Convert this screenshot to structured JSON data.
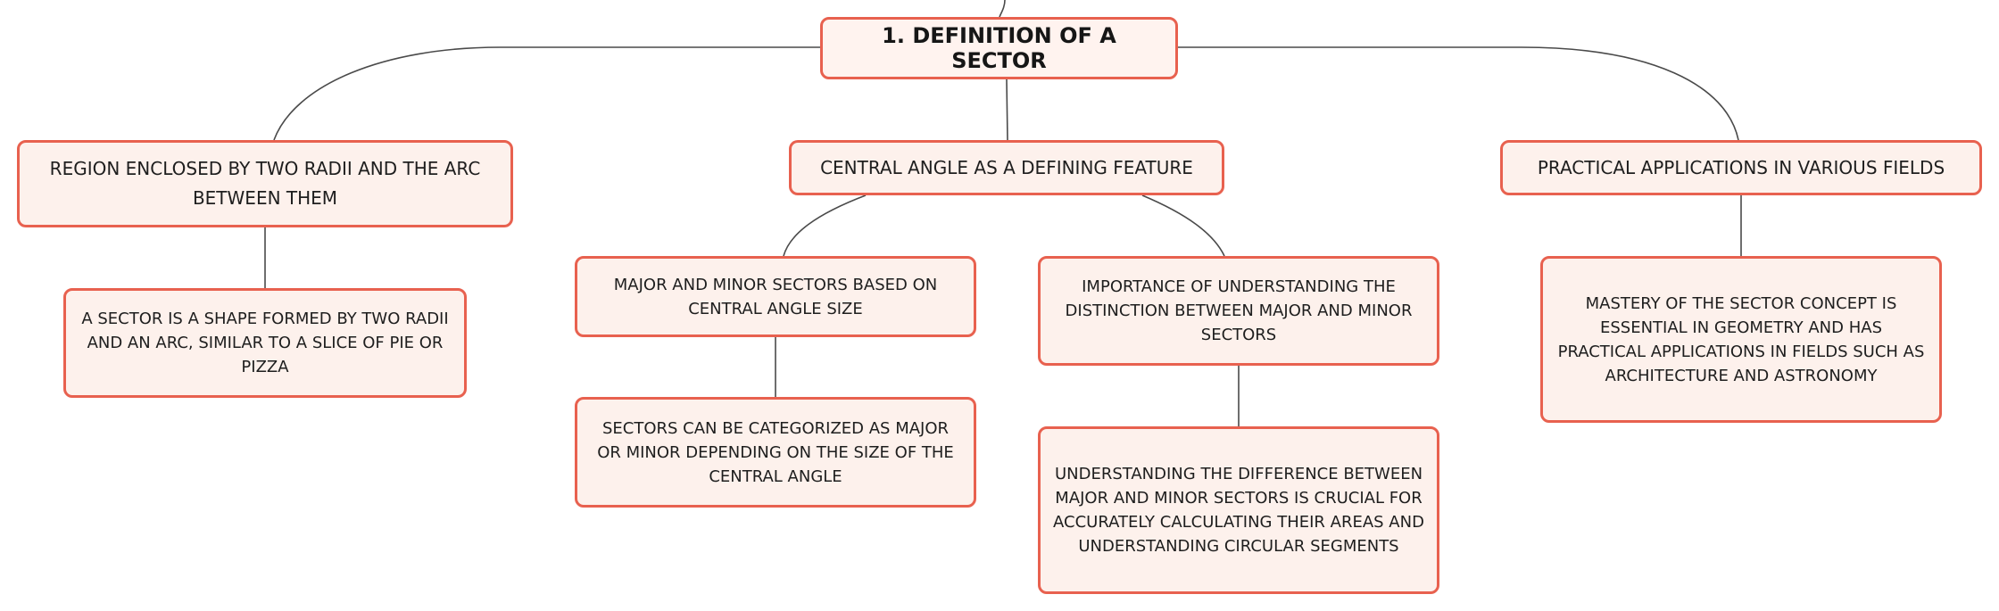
{
  "colors": {
    "node_border": "#e8614f",
    "node_fill": "#fdf1ec",
    "connector": "#4a4a4a",
    "text": "#1e1e1e"
  },
  "diagram": {
    "root": {
      "label": "1. DEFINITION OF A SECTOR"
    },
    "branches": [
      {
        "label": "REGION ENCLOSED BY TWO RADII AND THE ARC BETWEEN THEM",
        "children": [
          {
            "label": "A SECTOR IS A SHAPE FORMED BY TWO RADII AND AN ARC, SIMILAR TO A SLICE OF PIE OR PIZZA"
          }
        ]
      },
      {
        "label": "CENTRAL ANGLE AS A DEFINING FEATURE",
        "children": [
          {
            "label": "MAJOR AND MINOR SECTORS BASED ON CENTRAL ANGLE SIZE",
            "children": [
              {
                "label": "SECTORS CAN BE CATEGORIZED AS MAJOR OR MINOR DEPENDING ON THE SIZE OF THE CENTRAL ANGLE"
              }
            ]
          },
          {
            "label": "IMPORTANCE OF UNDERSTANDING THE DISTINCTION BETWEEN MAJOR AND MINOR SECTORS",
            "children": [
              {
                "label": "UNDERSTANDING THE DIFFERENCE BETWEEN MAJOR AND MINOR SECTORS IS CRUCIAL FOR ACCURATELY CALCULATING THEIR AREAS AND UNDERSTANDING CIRCULAR SEGMENTS"
              }
            ]
          }
        ]
      },
      {
        "label": "PRACTICAL APPLICATIONS IN VARIOUS FIELDS",
        "children": [
          {
            "label": "MASTERY OF THE SECTOR CONCEPT IS ESSENTIAL IN GEOMETRY AND HAS PRACTICAL APPLICATIONS IN FIELDS SUCH AS ARCHITECTURE AND ASTRONOMY"
          }
        ]
      }
    ]
  }
}
